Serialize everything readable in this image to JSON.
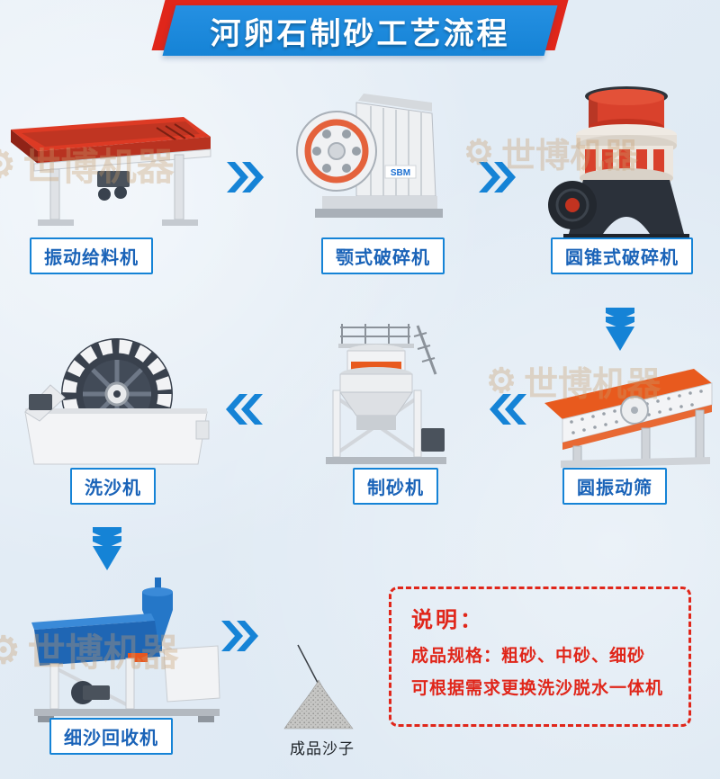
{
  "page": {
    "title": "河卵石制砂工艺流程"
  },
  "brand": "SBM",
  "watermark": {
    "logo_glyph": "⚙",
    "text": "世博机器"
  },
  "machines": [
    {
      "id": "vibrating-feeder",
      "label": "振动给料机"
    },
    {
      "id": "jaw-crusher",
      "label": "颚式破碎机"
    },
    {
      "id": "cone-crusher",
      "label": "圆锥式破碎机"
    },
    {
      "id": "circular-vibrating-screen",
      "label": "圆振动筛"
    },
    {
      "id": "sand-making-machine",
      "label": "制砂机"
    },
    {
      "id": "sand-washer",
      "label": "洗沙机"
    },
    {
      "id": "fine-sand-recycler",
      "label": "细沙回收机"
    }
  ],
  "product": {
    "label": "成品沙子"
  },
  "note": {
    "title": "说明：",
    "lines": [
      "成品规格：粗砂、中砂、细砂",
      "可根据需求更换洗沙脱水一体机"
    ]
  },
  "colors": {
    "accent_blue": "#1583d6",
    "accent_red": "#e0261a",
    "label_blue": "#1a63b8"
  }
}
